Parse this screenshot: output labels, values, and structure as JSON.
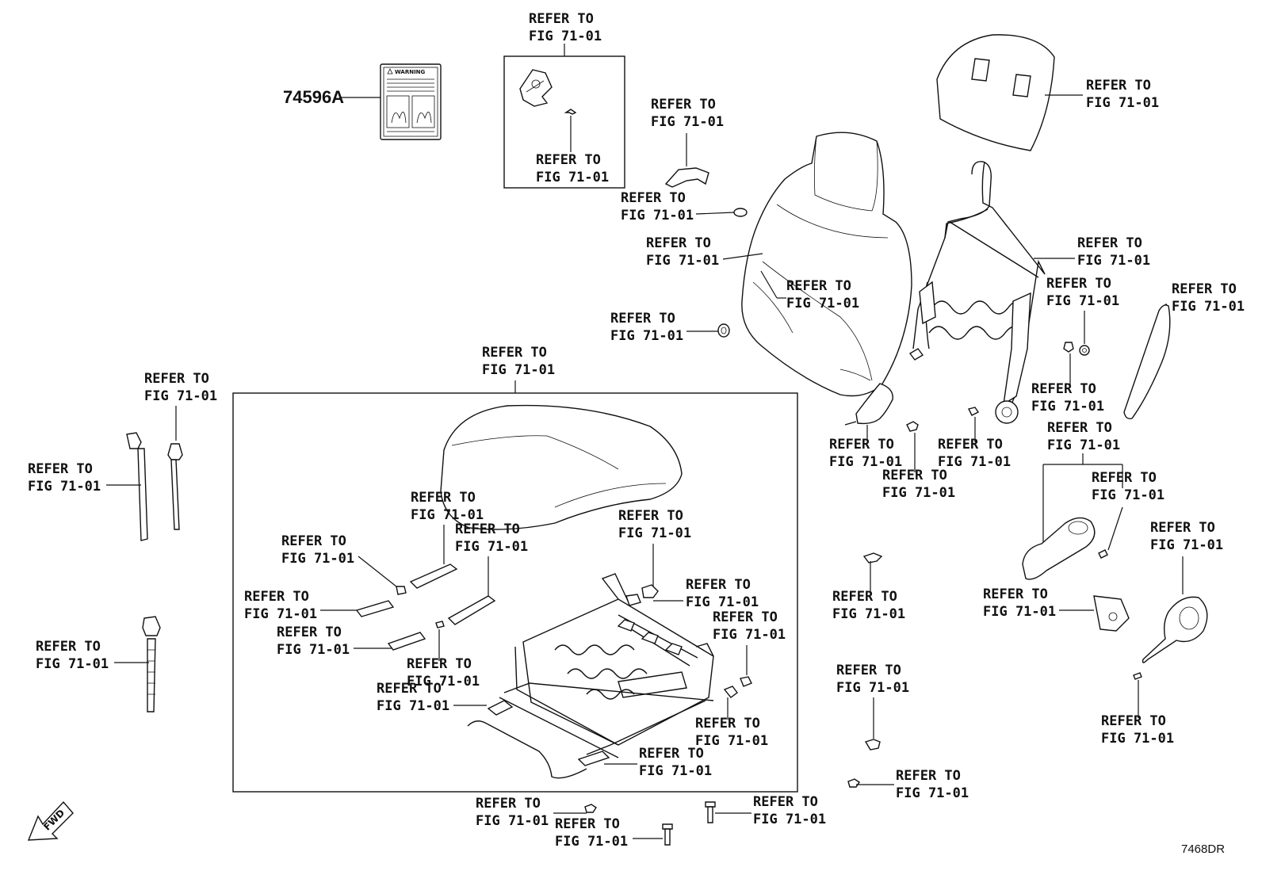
{
  "part_number": "74596A",
  "diagram_code": "7468DR",
  "warning_label": {
    "title": "WARNING"
  },
  "fwd_label": "FWD",
  "callouts": [
    {
      "line1": "REFER TO",
      "line2": "FIG 71-01"
    },
    {
      "line1": "REFER TO",
      "line2": "FIG 71-01"
    },
    {
      "line1": "REFER TO",
      "line2": "FIG 71-01"
    },
    {
      "line1": "REFER TO",
      "line2": "FIG 71-01"
    },
    {
      "line1": "REFER TO",
      "line2": "FIG 71-01"
    },
    {
      "line1": "REFER TO",
      "line2": "FIG 71-01"
    },
    {
      "line1": "REFER TO",
      "line2": "FIG 71-01"
    },
    {
      "line1": "REFER TO",
      "line2": "FIG 71-01"
    },
    {
      "line1": "REFER TO",
      "line2": "FIG 71-01"
    },
    {
      "line1": "REFER TO",
      "line2": "FIG 71-01"
    },
    {
      "line1": "REFER TO",
      "line2": "FIG 71-01"
    },
    {
      "line1": "REFER TO",
      "line2": "FIG 71-01"
    },
    {
      "line1": "REFER TO",
      "line2": "FIG 71-01"
    },
    {
      "line1": "REFER TO",
      "line2": "FIG 71-01"
    },
    {
      "line1": "REFER TO",
      "line2": "FIG 71-01"
    },
    {
      "line1": "REFER TO",
      "line2": "FIG 71-01"
    },
    {
      "line1": "REFER TO",
      "line2": "FIG 71-01"
    },
    {
      "line1": "REFER TO",
      "line2": "FIG 71-01"
    },
    {
      "line1": "REFER TO",
      "line2": "FIG 71-01"
    },
    {
      "line1": "REFER TO",
      "line2": "FIG 71-01"
    },
    {
      "line1": "REFER TO",
      "line2": "FIG 71-01"
    },
    {
      "line1": "REFER TO",
      "line2": "FIG 71-01"
    },
    {
      "line1": "REFER TO",
      "line2": "FIG 71-01"
    },
    {
      "line1": "REFER TO",
      "line2": "FIG 71-01"
    },
    {
      "line1": "REFER TO",
      "line2": "FIG 71-01"
    },
    {
      "line1": "REFER TO",
      "line2": "FIG 71-01"
    },
    {
      "line1": "REFER TO",
      "line2": "FIG 71-01"
    },
    {
      "line1": "REFER TO",
      "line2": "FIG 71-01"
    },
    {
      "line1": "REFER TO",
      "line2": "FIG 71-01"
    },
    {
      "line1": "REFER TO",
      "line2": "FIG 71-01"
    },
    {
      "line1": "REFER TO",
      "line2": "FIG 71-01"
    },
    {
      "line1": "REFER TO",
      "line2": "FIG 71-01"
    },
    {
      "line1": "REFER TO",
      "line2": "FIG 71-01"
    },
    {
      "line1": "REFER TO",
      "line2": "FIG 71-01"
    },
    {
      "line1": "REFER TO",
      "line2": "FIG 71-01"
    },
    {
      "line1": "REFER TO",
      "line2": "FIG 71-01"
    },
    {
      "line1": "REFER TO",
      "line2": "FIG 71-01"
    },
    {
      "line1": "REFER TO",
      "line2": "FIG 71-01"
    },
    {
      "line1": "REFER TO",
      "line2": "FIG 71-01"
    },
    {
      "line1": "REFER TO",
      "line2": "FIG 71-01"
    }
  ]
}
